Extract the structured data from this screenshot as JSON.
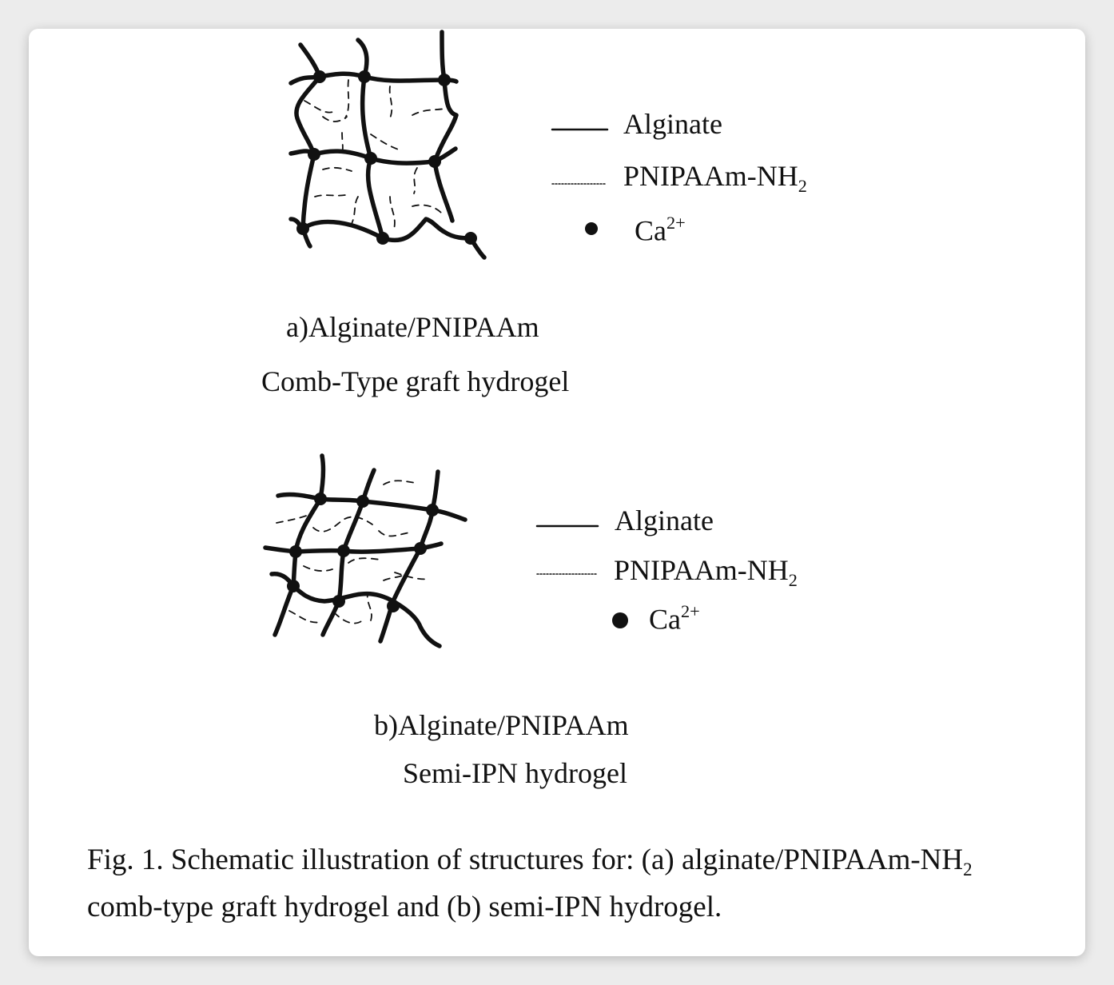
{
  "panel_a": {
    "legend": {
      "alginate": "Alginate",
      "pnipaam_base": "PNIPAAm-NH",
      "pnipaam_sub": "2",
      "ca_base": "Ca",
      "ca_sup": "2+"
    },
    "label_line1": "a)Alginate/PNIPAAm",
    "label_line2": "Comb-Type graft  hydrogel"
  },
  "panel_b": {
    "legend": {
      "alginate": "Alginate",
      "pnipaam_base": "PNIPAAm-NH",
      "pnipaam_sub": "2",
      "ca_base": "Ca",
      "ca_sup": "2+"
    },
    "label_line1": "b)Alginate/PNIPAAm",
    "label_line2": "Semi-IPN hydrogel"
  },
  "figure_caption": {
    "line1_text": "Fig. 1. Schematic illustration of structures for: (a) alginate/PNIPAAm-NH",
    "line1_sub": "2",
    "line2": "comb-type graft hydrogel and (b) semi-IPN hydrogel."
  },
  "colors": {
    "ink": "#111111",
    "background": "#ffffff",
    "page": "#ececec"
  }
}
